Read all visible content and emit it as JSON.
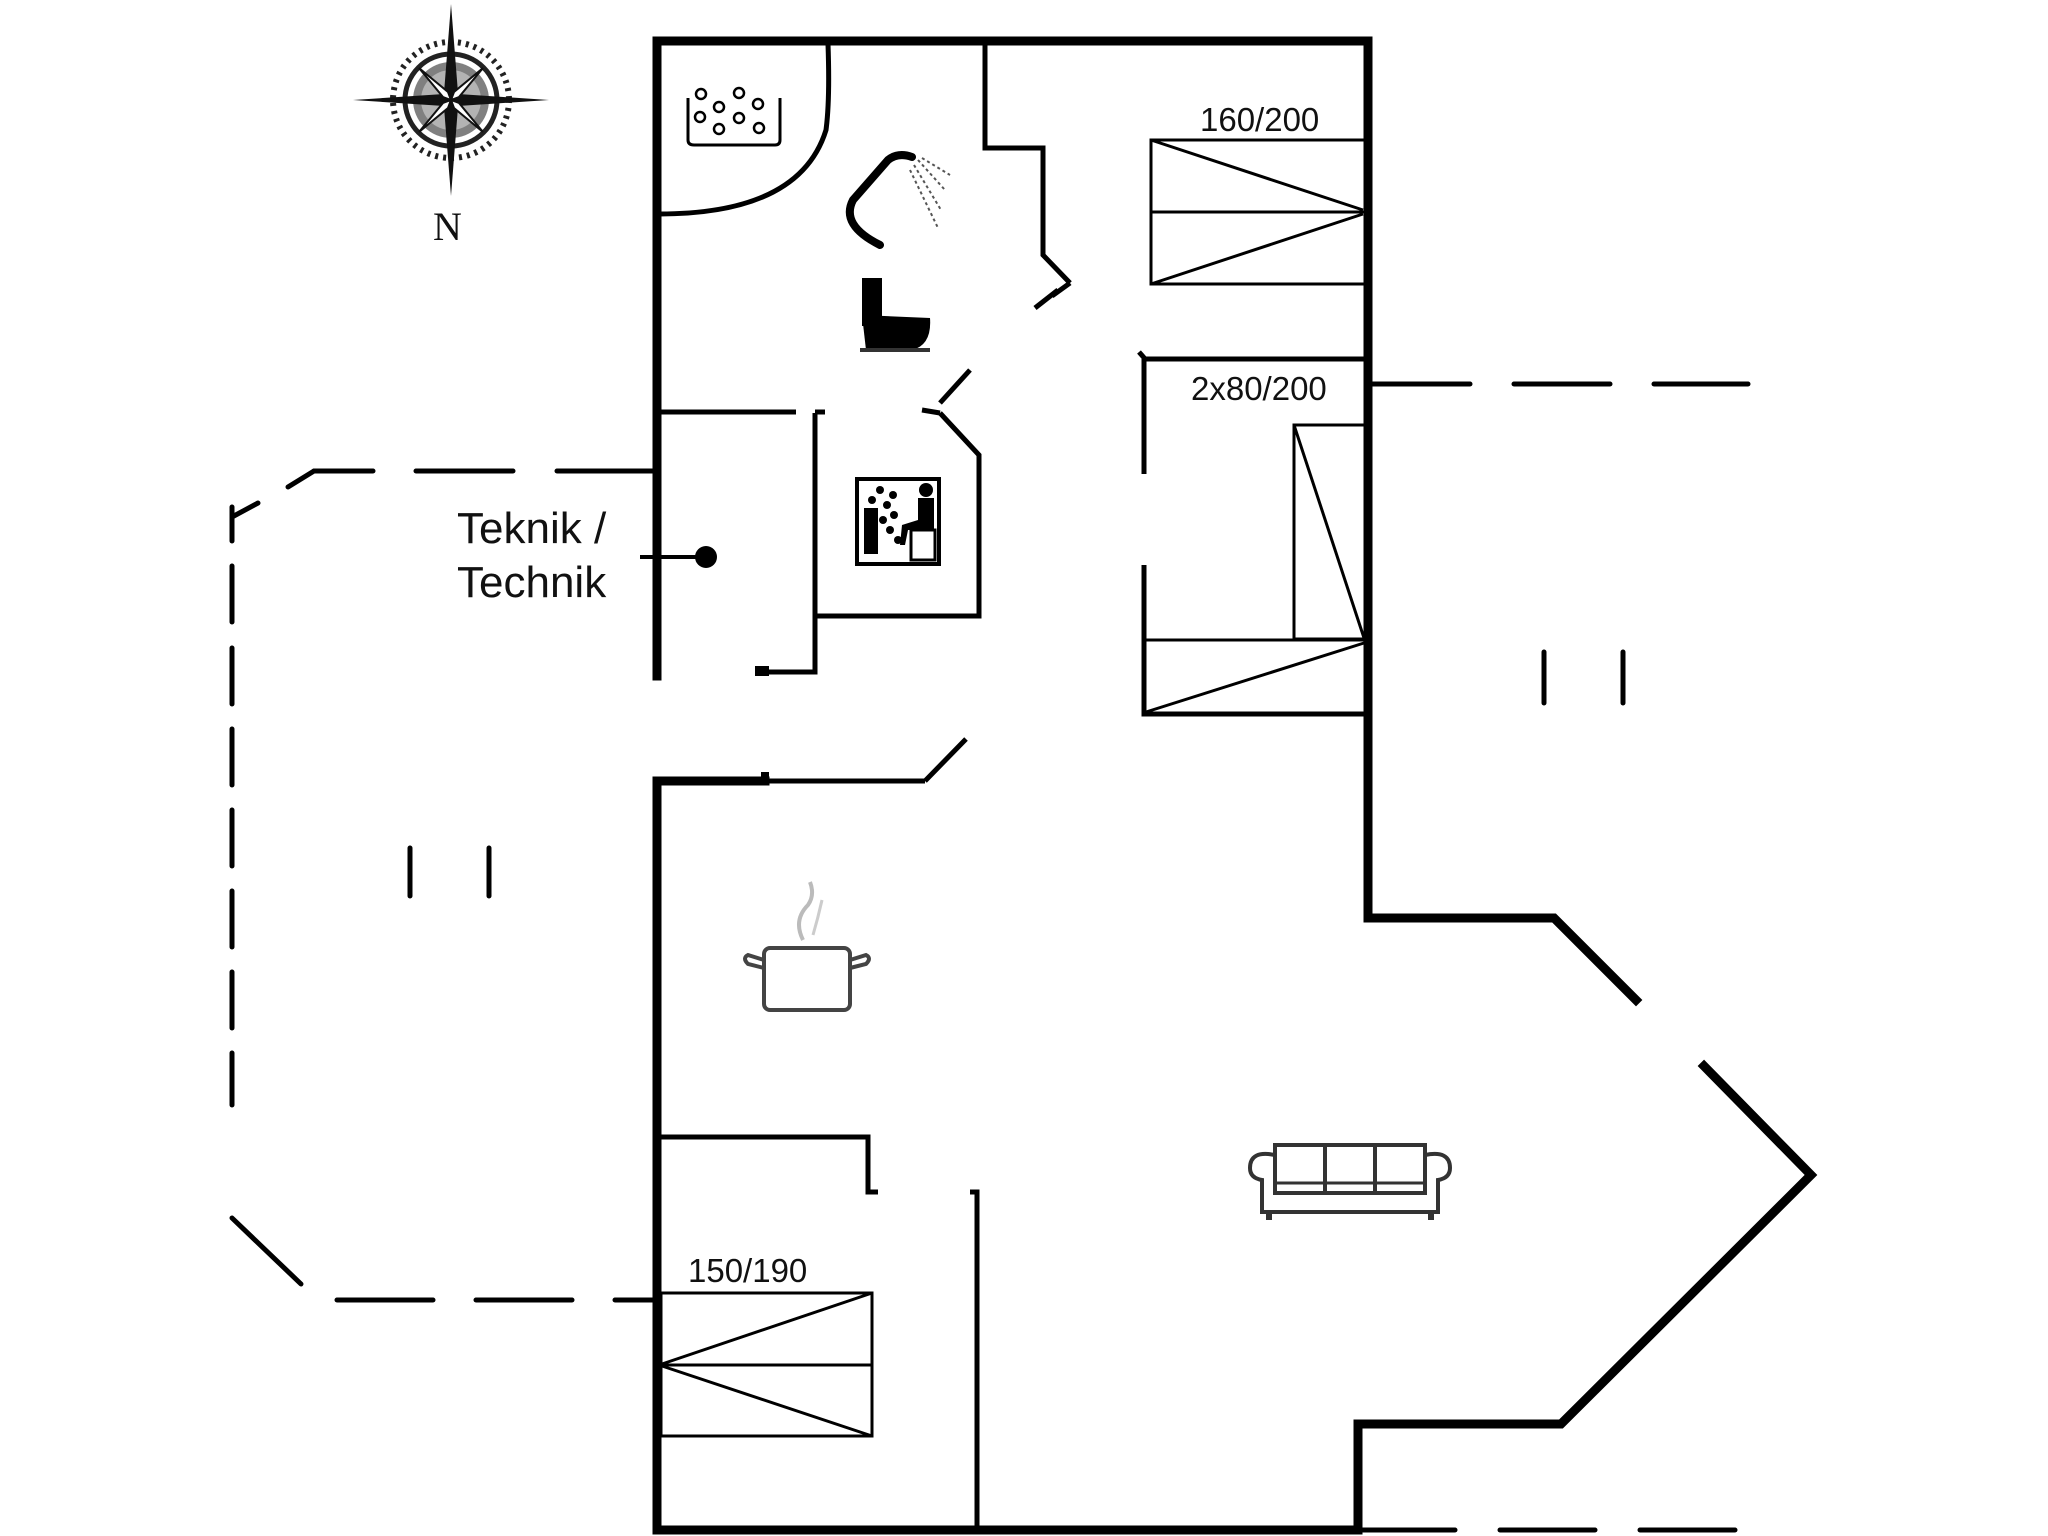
{
  "floorplan": {
    "compass": {
      "direction_label": "N"
    },
    "rooms": [
      {
        "id": "bathroom",
        "fixtures": [
          "spa-bath",
          "shower",
          "toilet"
        ]
      },
      {
        "id": "sauna",
        "fixtures": [
          "sauna"
        ]
      },
      {
        "id": "technik",
        "label_line1": "Teknik /",
        "label_line2": "Technik"
      },
      {
        "id": "bedroom-1",
        "bed_label": "160/200"
      },
      {
        "id": "bedroom-2",
        "bed_label": "2x80/200"
      },
      {
        "id": "bedroom-3",
        "bed_label": "150/190"
      },
      {
        "id": "kitchen",
        "fixtures": [
          "cooking-pot"
        ]
      },
      {
        "id": "living-room",
        "fixtures": [
          "sofa"
        ]
      }
    ],
    "terraces": [
      "terrace-west",
      "terrace-east",
      "terrace-south"
    ],
    "colors": {
      "wall": "#000000",
      "background": "#ffffff"
    }
  }
}
